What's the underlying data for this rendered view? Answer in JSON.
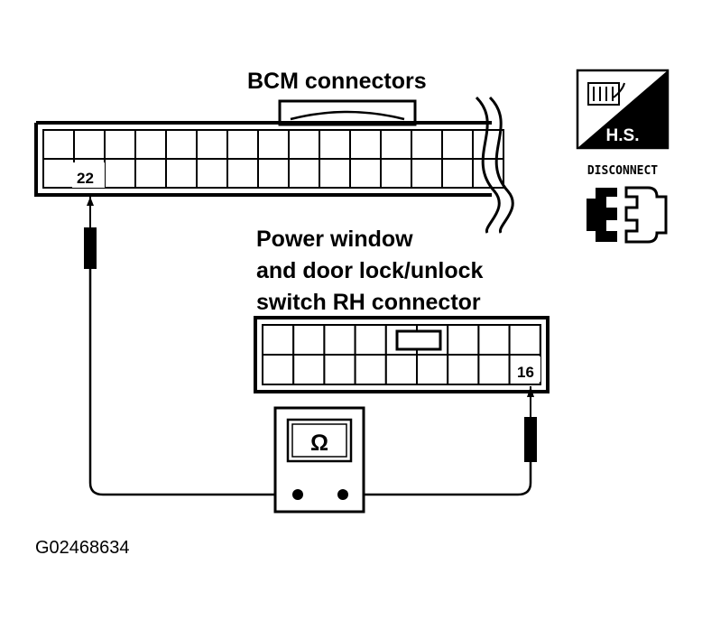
{
  "bcm": {
    "title": "BCM connectors",
    "pin_label": "22"
  },
  "switch": {
    "title_lines": [
      "Power window",
      "and door lock/unlock",
      "switch RH connector"
    ],
    "pin_label": "16"
  },
  "meter": {
    "symbol": "Ω"
  },
  "badges": {
    "hs_label": "H.S.",
    "disconnect_label": "DISCONNECT"
  },
  "figure_code": "G02468634",
  "icons": [
    "hand-tool-icon",
    "connector-disconnect-icon",
    "ohmmeter-icon",
    "test-probe-icon"
  ]
}
